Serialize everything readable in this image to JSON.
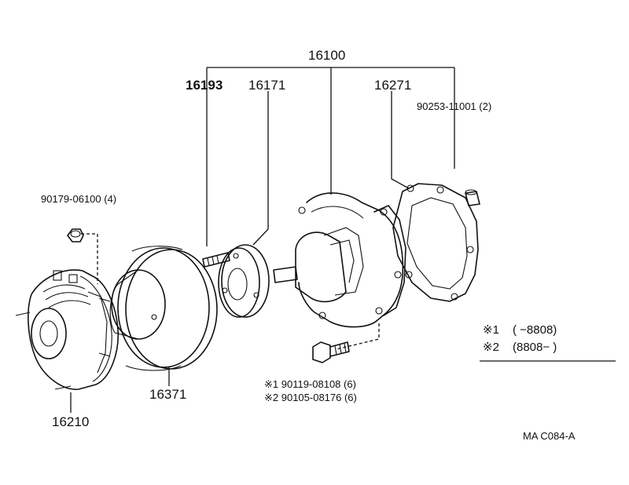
{
  "labels": {
    "assembly": "16100",
    "stud_bolt": "16193",
    "flange": "16171",
    "gasket": "16271",
    "plug": "90253-11001 (2)",
    "nut": "90179-06100 (4)",
    "pulley": "16371",
    "fluid_coupling": "16210",
    "bolt_1": "※1 90119-08108 (6)",
    "bolt_2": "※2 90105-08176 (6)"
  },
  "legend": {
    "note_1_mark": "※1",
    "note_1_range": "(       −8808)",
    "note_2_mark": "※2",
    "note_2_range": "(8808−       )"
  },
  "diagram_code": "MA  C084-A"
}
